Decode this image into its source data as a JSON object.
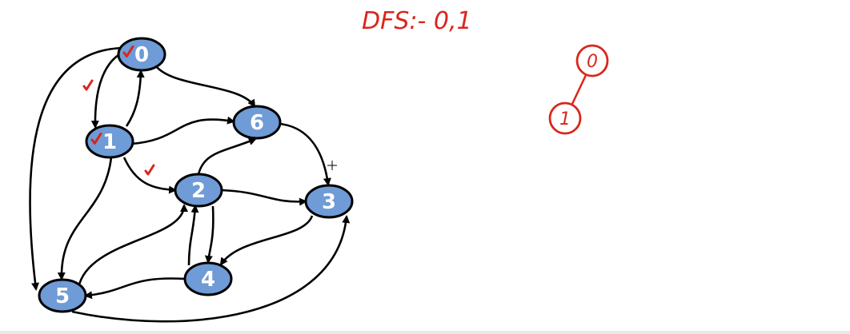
{
  "dfs_note": "DFS:- 0,1",
  "graph": {
    "node_color": "#6f9bd6",
    "node_stroke": "#000000",
    "edge_color": "#000000",
    "check_color": "#d9261c",
    "nodes": [
      {
        "id": "0",
        "label": "0",
        "visited": true
      },
      {
        "id": "1",
        "label": "1",
        "visited": true
      },
      {
        "id": "2",
        "label": "2",
        "visited": false
      },
      {
        "id": "3",
        "label": "3",
        "visited": false
      },
      {
        "id": "4",
        "label": "4",
        "visited": false
      },
      {
        "id": "5",
        "label": "5",
        "visited": false
      },
      {
        "id": "6",
        "label": "6",
        "visited": false
      }
    ],
    "edges": [
      {
        "from": "0",
        "to": "1",
        "checked": true
      },
      {
        "from": "1",
        "to": "0",
        "checked": false
      },
      {
        "from": "0",
        "to": "6",
        "checked": false
      },
      {
        "from": "0",
        "to": "5",
        "checked": false
      },
      {
        "from": "1",
        "to": "6",
        "checked": false
      },
      {
        "from": "1",
        "to": "2",
        "checked": true
      },
      {
        "from": "1",
        "to": "5",
        "checked": false
      },
      {
        "from": "2",
        "to": "6",
        "checked": false
      },
      {
        "from": "2",
        "to": "3",
        "checked": false
      },
      {
        "from": "2",
        "to": "4",
        "checked": false
      },
      {
        "from": "4",
        "to": "2",
        "checked": false
      },
      {
        "from": "5",
        "to": "2",
        "checked": false
      },
      {
        "from": "3",
        "to": "4",
        "checked": false
      },
      {
        "from": "4",
        "to": "5",
        "checked": false
      },
      {
        "from": "5",
        "to": "3",
        "checked": false
      },
      {
        "from": "6",
        "to": "3",
        "checked": false
      }
    ]
  },
  "dfs_tree": {
    "color": "#d9261c",
    "nodes": [
      {
        "id": "t0",
        "label": "0"
      },
      {
        "id": "t1",
        "label": "1"
      }
    ],
    "edges": [
      {
        "from": "t0",
        "to": "t1"
      }
    ]
  }
}
